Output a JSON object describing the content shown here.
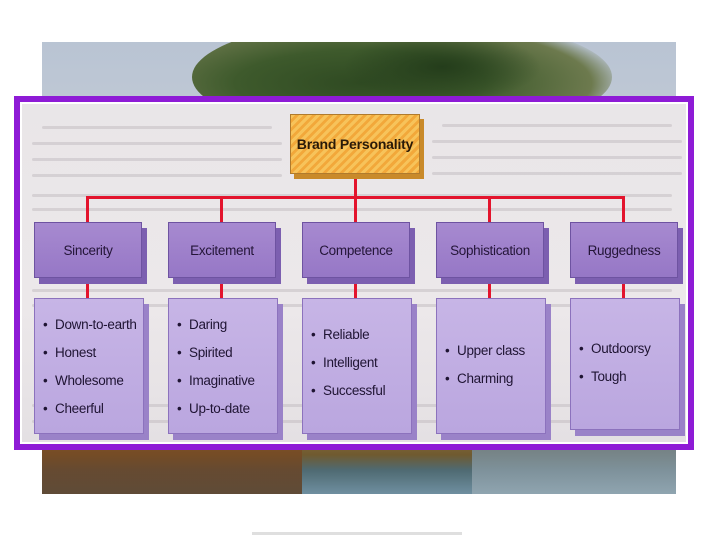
{
  "diagram": {
    "root": {
      "label": "Brand Personality"
    },
    "traits": [
      {
        "label": "Sincerity",
        "items": [
          "Down-to-earth",
          "Honest",
          "Wholesome",
          "Cheerful"
        ]
      },
      {
        "label": "Excitement",
        "items": [
          "Daring",
          "Spirited",
          "Imaginative",
          "Up-to-date"
        ]
      },
      {
        "label": "Competence",
        "items": [
          "Reliable",
          "Intelligent",
          "Successful"
        ]
      },
      {
        "label": "Sophistication",
        "items": [
          "Upper class",
          "Charming"
        ]
      },
      {
        "label": "Ruggedness",
        "items": [
          "Outdoorsy",
          "Tough"
        ]
      }
    ]
  },
  "colors": {
    "frame": "#8e1bd6",
    "connector": "#e3142d",
    "root_fill": "#f7c35a",
    "trait_fill": "#9f83cc",
    "detail_fill": "#c2afe3"
  },
  "icons": {
    "bullet": "bullet-dot"
  }
}
